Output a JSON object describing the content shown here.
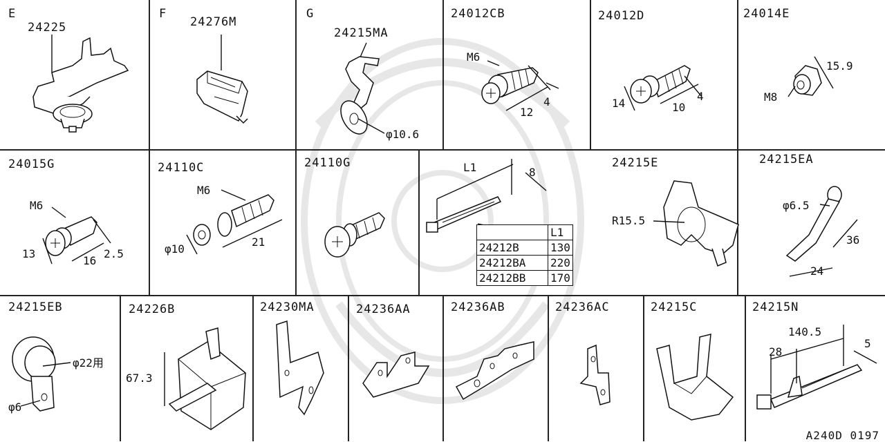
{
  "figure_ref": "A240D 0197",
  "cells": {
    "e": {
      "letter": "E",
      "part": "24225"
    },
    "f": {
      "letter": "F",
      "part": "24276M"
    },
    "g": {
      "letter": "G",
      "part": "24215MA",
      "dia": "φ10.6"
    },
    "cb": {
      "part": "24012CB",
      "thread": "M6",
      "len": "12",
      "d2": "4"
    },
    "d": {
      "part": "24012D",
      "w": "14",
      "len": "10",
      "d2": "4"
    },
    "e14": {
      "part": "24014E",
      "thread": "M8",
      "h": "15.9"
    },
    "g15": {
      "part": "24015G",
      "thread": "M6",
      "w": "13",
      "len": "16",
      "d2": "2.5"
    },
    "c110": {
      "part": "24110C",
      "thread": "M6",
      "dia": "φ10",
      "len": "21"
    },
    "g110": {
      "part": "24110G"
    },
    "tie": {
      "l1": "L1",
      "w": "8",
      "table": {
        "header": "L1",
        "rows": [
          {
            "part": "24212B",
            "l1": "130"
          },
          {
            "part": "24212BA",
            "l1": "220"
          },
          {
            "part": "24212BB",
            "l1": "170"
          }
        ]
      }
    },
    "e215": {
      "part": "24215E",
      "r": "R15.5"
    },
    "ea": {
      "part": "24215EA",
      "dia": "φ6.5",
      "h": "36",
      "w": "24"
    },
    "eb": {
      "part": "24215EB",
      "dia1": "φ22用",
      "dia2": "φ6"
    },
    "b226": {
      "part": "24226B",
      "h": "67.3"
    },
    "ma": {
      "part": "24230MA"
    },
    "aa": {
      "part": "24236AA"
    },
    "ab": {
      "part": "24236AB"
    },
    "ac": {
      "part": "24236AC"
    },
    "c215": {
      "part": "24215C"
    },
    "n": {
      "part": "24215N",
      "len": "140.5",
      "d1": "28",
      "d2": "5"
    }
  }
}
